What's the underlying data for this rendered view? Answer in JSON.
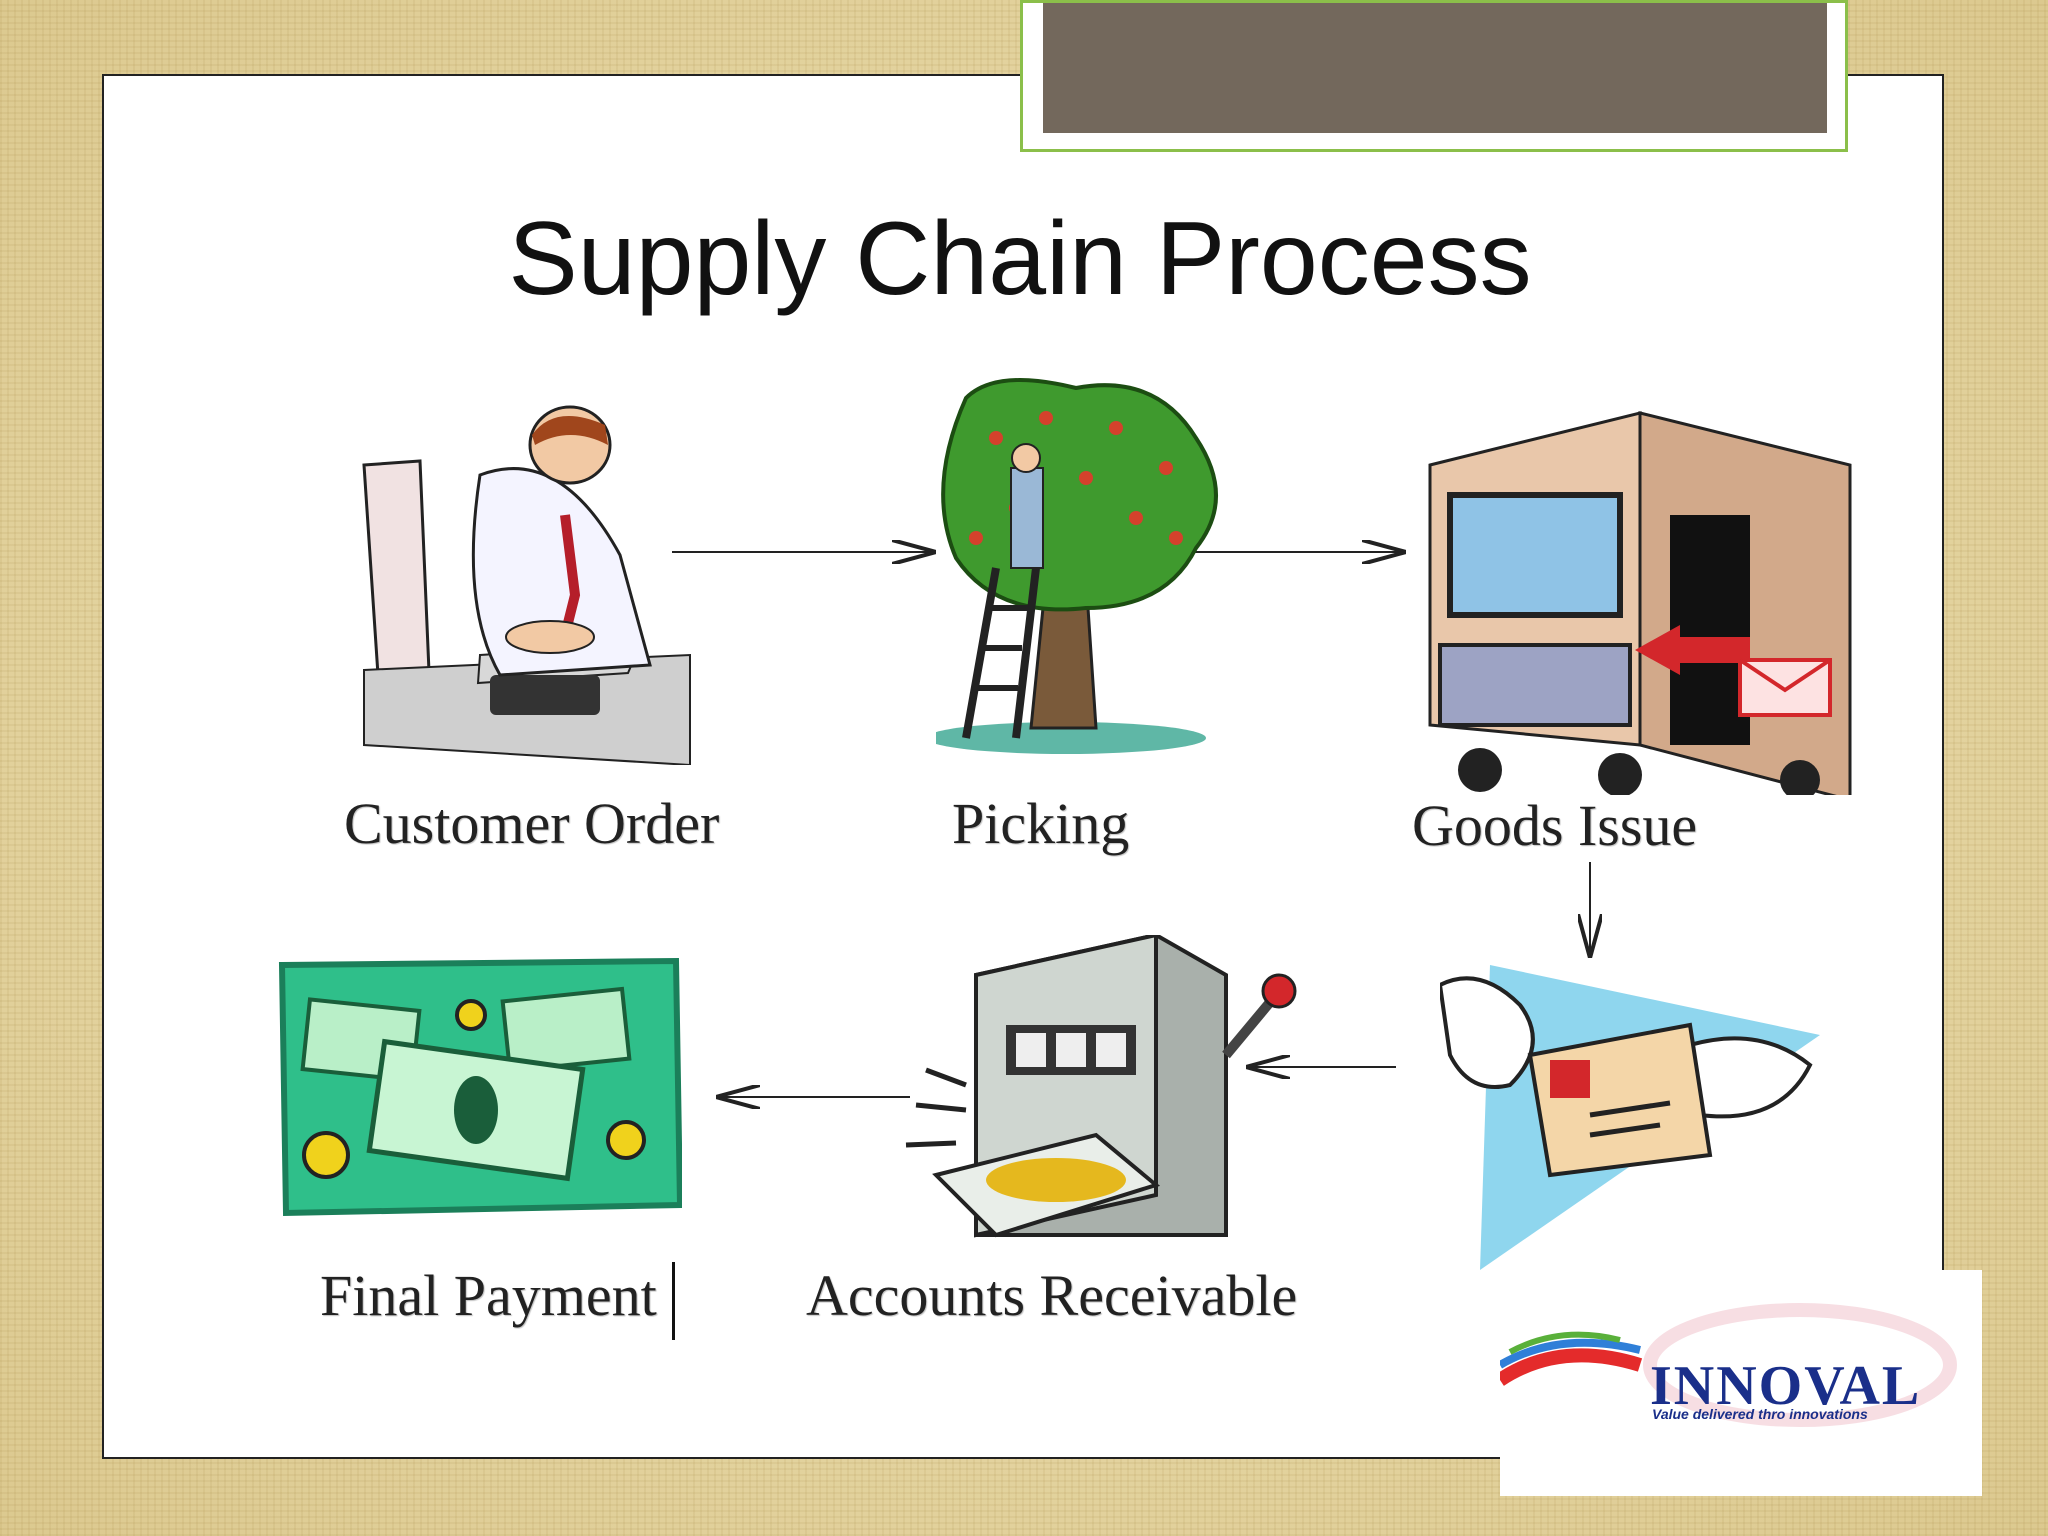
{
  "title": "Supply Chain Process",
  "steps": {
    "customer_order": "Customer Order",
    "picking": "Picking",
    "goods_issue": "Goods Issue",
    "accounts_receivable": "Accounts Receivable",
    "final_payment": "Final Payment"
  },
  "logo": {
    "brand": "INNOVAL",
    "tagline": "Value delivered thro innovations"
  },
  "colors": {
    "background": "#e7d8a5",
    "header_box": "#73685c",
    "header_border": "#8bbf4a",
    "money": "#2fbf8a"
  },
  "icons": [
    "computer-user-icon",
    "fruit-tree-icon",
    "delivery-truck-icon",
    "flying-envelope-icon",
    "cash-register-icon",
    "money-bills-icon"
  ]
}
